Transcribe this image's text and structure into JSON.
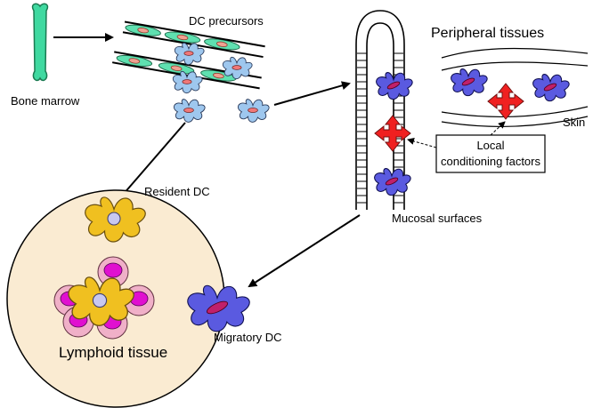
{
  "labels": {
    "bone_marrow": "Bone marrow",
    "dc_precursors": "DC precursors",
    "peripheral_tissues": "Peripheral tissues",
    "skin": "Skin",
    "local_conditioning_line1": "Local",
    "local_conditioning_line2": "conditioning factors",
    "mucosal_surfaces": "Mucosal surfaces",
    "resident_dc": "Resident DC",
    "migratory_dc": "Migratory DC",
    "lymphoid_tissue": "Lymphoid tissue"
  },
  "colors": {
    "bone": "#3fd9a0",
    "endothelial": "#5fe0b0",
    "endothelial_nucleus": "#f0a090",
    "precursor_cell": "#9ec7ee",
    "precursor_nucleus": "#f07878",
    "migratory_dc": "#5a5ae0",
    "dc_nucleus": "#c0206a",
    "resident_dc": "#f0c020",
    "lymphoid_bg": "#faebd2",
    "t_cell_outer": "#f0b0c8",
    "t_cell_nucleus": "#e010d0",
    "conditioning_factor": "#f02020"
  },
  "icons": [
    "bone-icon",
    "blood-vessel-icon",
    "dc-precursor-icon",
    "migratory-dc-icon",
    "resident-dc-icon",
    "t-cell-icon",
    "conditioning-factor-icon",
    "villus-icon",
    "skin-icon"
  ]
}
